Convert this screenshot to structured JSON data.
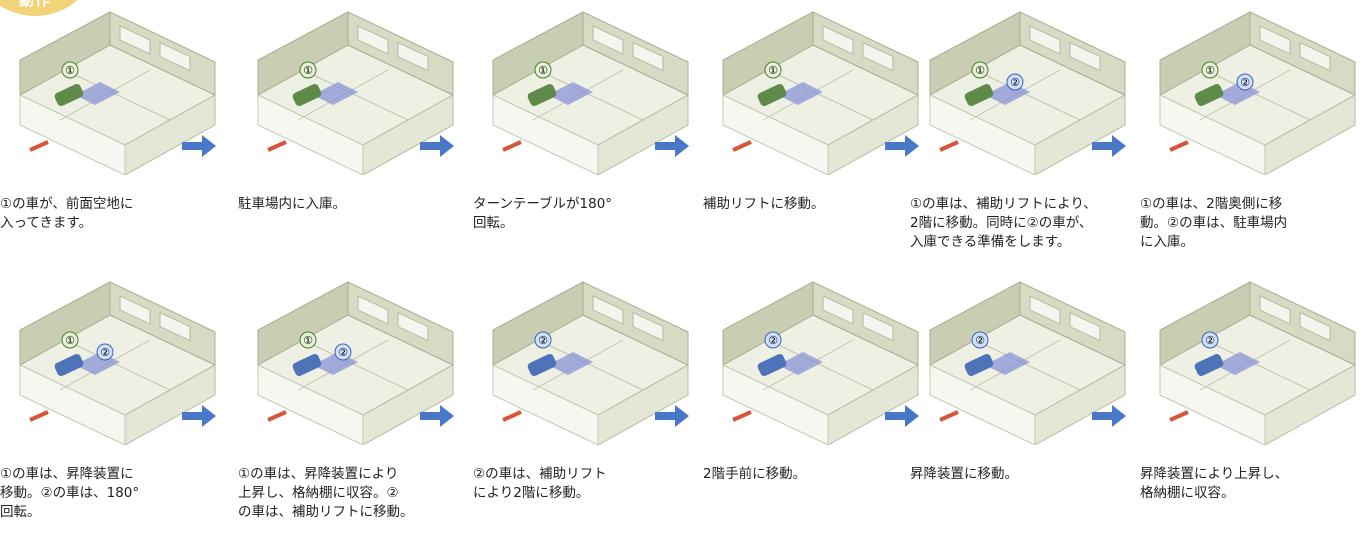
{
  "badge_label": "動作",
  "colors": {
    "accent": "#4a78c8",
    "arrow_red": "#d8553c",
    "badge": "#f2d37a",
    "wall": "#c9cdb2"
  },
  "steps": [
    {
      "caption": "①の車が、前面空地に\n入ってきます。",
      "markers": [
        "①"
      ]
    },
    {
      "caption": "駐車場内に入庫。",
      "markers": [
        "①"
      ]
    },
    {
      "caption": "ターンテーブルが180°\n回転。",
      "markers": [
        "①"
      ]
    },
    {
      "caption": "補助リフトに移動。",
      "markers": [
        "①"
      ]
    },
    {
      "caption": "①の車は、補助リフトにより、\n2階に移動。同時に②の車が、\n入庫できる準備をします。",
      "markers": [
        "①",
        "②"
      ]
    },
    {
      "caption": "①の車は、2階奥側に移\n動。②の車は、駐車場内\nに入庫。",
      "markers": [
        "①",
        "②"
      ]
    },
    {
      "caption": "①の車は、昇降装置に\n移動。②の車は、180°\n回転。",
      "markers": [
        "①",
        "②"
      ]
    },
    {
      "caption": "①の車は、昇降装置により\n上昇し、格納棚に収容。②\nの車は、補助リフトに移動。",
      "markers": [
        "①",
        "②"
      ]
    },
    {
      "caption": "②の車は、補助リフト\nにより2階に移動。",
      "markers": [
        "②"
      ]
    },
    {
      "caption": "2階手前に移動。",
      "markers": [
        "②"
      ]
    },
    {
      "caption": "昇降装置に移動。",
      "markers": [
        "②"
      ]
    },
    {
      "caption": "昇降装置により上昇し、\n格納棚に収容。",
      "markers": [
        "②"
      ]
    }
  ]
}
